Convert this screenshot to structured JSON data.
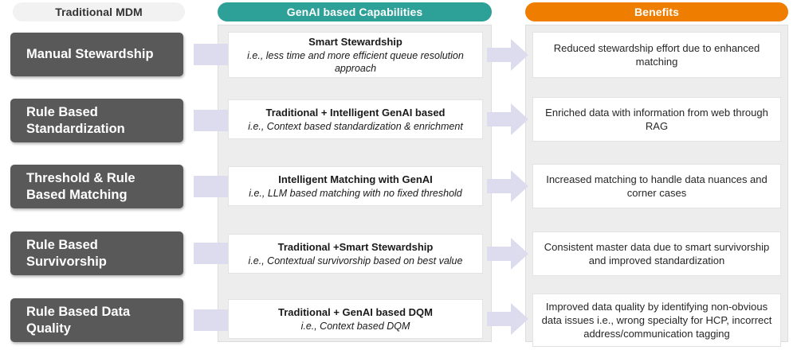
{
  "headers": {
    "mdm": "Traditional MDM",
    "genai": "GenAI based Capabilities",
    "benefits": "Benefits"
  },
  "colors": {
    "mdm_header_bg": "#f2f2f2",
    "genai_header_bg": "#2da098",
    "benefits_header_bg": "#ef7d00",
    "mdm_chip_bg": "#595959",
    "panel_bg": "#ededed",
    "connector": "#dcdcee"
  },
  "rows": [
    {
      "mdm_line1": "Manual Stewardship",
      "mdm_line2": "",
      "capability_title": "Smart Stewardship",
      "capability_sub": "i.e., less time and more efficient queue resolution approach",
      "benefit": "Reduced stewardship effort due to enhanced matching"
    },
    {
      "mdm_line1": "Rule Based",
      "mdm_line2": "Standardization",
      "capability_title": "Traditional + Intelligent GenAI based",
      "capability_sub": "i.e., Context based standardization & enrichment",
      "benefit": "Enriched data with information from web through RAG"
    },
    {
      "mdm_line1": "Threshold & Rule",
      "mdm_line2": "Based Matching",
      "capability_title": "Intelligent Matching with GenAI",
      "capability_sub": "i.e., LLM based matching with no fixed threshold",
      "benefit": "Increased matching to handle data nuances and corner cases"
    },
    {
      "mdm_line1": "Rule Based",
      "mdm_line2": "Survivorship",
      "capability_title": "Traditional +Smart Stewardship",
      "capability_sub": "i.e., Contextual survivorship based on best value",
      "benefit": "Consistent master data due to smart survivorship and improved standardization"
    },
    {
      "mdm_line1": "Rule Based Data",
      "mdm_line2": "Quality",
      "capability_title": "Traditional + GenAI based DQM",
      "capability_sub": "i.e., Context based DQM",
      "benefit": "Improved data quality by identifying non-obvious data issues i.e., wrong specialty for  HCP, incorrect address/communication tagging"
    }
  ]
}
